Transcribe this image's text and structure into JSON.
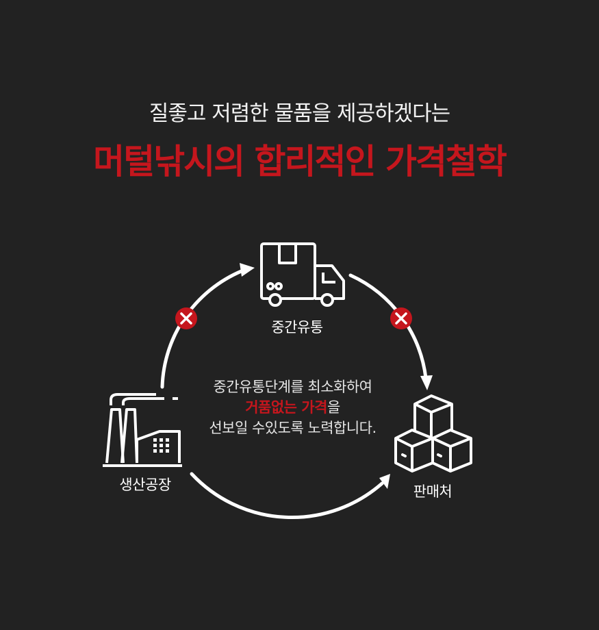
{
  "header": {
    "subtitle": "질좋고 저렴한 물품을 제공하겠다는",
    "headline": "머털낚시의 합리적인 가격철학"
  },
  "nodes": {
    "distribution": "중간유통",
    "factory": "생산공장",
    "retailer": "판매처"
  },
  "center": {
    "line1": "중간유통단계를 최소화하여",
    "line2_highlight": "거품없는 가격",
    "line2_rest": "을",
    "line3": "선보일 수있도록 노력합니다."
  },
  "badges": {
    "mark": "X"
  },
  "colors": {
    "background": "#222222",
    "accent": "#c5161d",
    "text": "#ffffff"
  }
}
